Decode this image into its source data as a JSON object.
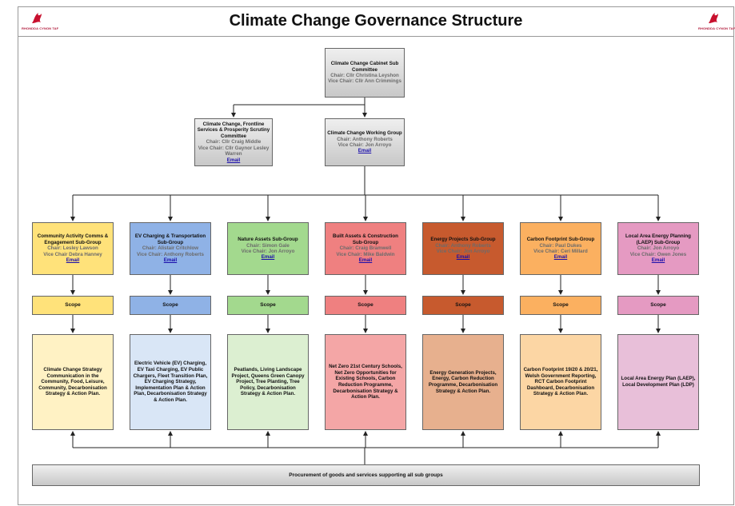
{
  "title": "Climate Change Governance Structure",
  "logo_text": "RHONDDA CYNON TAF",
  "cabinet": {
    "name": "Climate Change Cabinet Sub Committee",
    "chair": "Chair: Cllr Christina Leyshon",
    "vice": "Vice Chair: Cllr Ann Crimmings"
  },
  "scrutiny": {
    "name": "Climate Change, Frontline Services & Prosperity Scrutiny Committee",
    "chair": "Chair: Cllr Craig Middle",
    "vice": "Vice Chair: Cllr Gaynor Lesley Warren",
    "email": "Email"
  },
  "working_group": {
    "name": "Climate Change Working Group",
    "chair": "Chair: Anthony Roberts",
    "vice": "Vice Chair: Jon Arroyo",
    "email": "Email"
  },
  "scope_label": "Scope",
  "subgroups": [
    {
      "name": "Community Activity Comms & Engagement Sub-Group",
      "chair": "Chair: Lesley Lawson",
      "vice": "Vice Chair Debra Hanney",
      "email": "Email",
      "color": "#ffe27a",
      "desc_color": "#fff2c4",
      "desc": "Climate Change Strategy Communication in the Community, Food, Leisure, Community, Decarbonisation Strategy & Action Plan."
    },
    {
      "name": "EV Charging & Transportation Sub-Group",
      "chair": "Chair: Alistair Critchlow",
      "vice": "Vice Chair: Anthony Roberts",
      "email": "Email",
      "color": "#8fb2e6",
      "desc_color": "#d9e6f6",
      "desc": "Electric Vehicle (EV) Charging, EV Taxi Charging, EV Public Chargers, Fleet Transition Plan, EV Charging Strategy, Implementation Plan & Action Plan, Decarbonisation Strategy & Action Plan."
    },
    {
      "name": "Nature Assets Sub-Group",
      "chair": "Chair: Simon Gale",
      "vice": "Vice Chair: Jon Arroyo",
      "email": "Email",
      "color": "#a3d98e",
      "desc_color": "#dcefd1",
      "desc": "Peatlands, Living Landscape Project, Queens Green Canopy Project, Tree Planting, Tree Policy, Decarbonisation Strategy & Action Plan."
    },
    {
      "name": "Built Assets & Construction Sub-Group",
      "chair": "Chair: Craig Bramwell",
      "vice": "Vice Chair: Mike Baldwin",
      "email": "Email",
      "color": "#ef8080",
      "desc_color": "#f4a6a6",
      "desc": "Net Zero 21st Century Schools, Net Zero Opportunities for Existing Schools, Carbon Reduction Programme, Decarbonisation Strategy & Action Plan."
    },
    {
      "name": "Energy Projects Sub-Group",
      "chair": "Chair: Anthony Roberts",
      "vice": "Vice Chair: Jon Arroyo",
      "email": "Email",
      "color": "#c75a2e",
      "desc_color": "#e7b08e",
      "desc": "Energy Generation Projects, Energy, Carbon Reduction Programme, Decarbonisation Strategy & Action Plan."
    },
    {
      "name": "Carbon Footprint Sub-Group",
      "chair": "Chair: Paul Dukes",
      "vice": "Vice Chair: Ceri Millard",
      "email": "Email",
      "color": "#fbb060",
      "desc_color": "#fcd6a4",
      "desc": "Carbon Footprint 19/20 & 20/21, Welsh Government Reporting, RCT Carbon Footprint Dashboard, Decarbonisation Strategy & Action Plan."
    },
    {
      "name": "Local Area Energy Planning (LAEP) Sub-Group",
      "chair": "Chair: Jon Arroyo",
      "vice": "Vice Chair: Owen Jones",
      "email": "Email",
      "color": "#e59ac2",
      "desc_color": "#e8bfd9",
      "desc": "Local Area Energy Plan (LAEP), Local Development Plan (LDP)"
    }
  ],
  "procurement": "Procurement of goods and services supporting all sub groups"
}
